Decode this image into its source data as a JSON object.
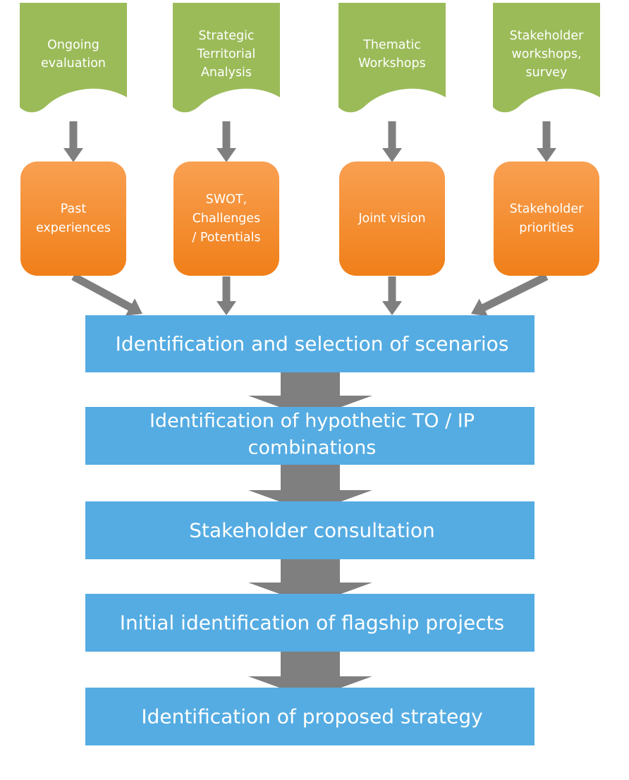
{
  "sources": [
    {
      "lines": [
        "Ongoing",
        "evaluation"
      ]
    },
    {
      "lines": [
        "Strategic",
        "Territorial",
        "Analysis"
      ]
    },
    {
      "lines": [
        "Thematic",
        "Workshops"
      ]
    },
    {
      "lines": [
        "Stakeholder",
        "workshops,",
        "survey"
      ]
    }
  ],
  "inputs": [
    {
      "lines": [
        "Past",
        "experiences"
      ]
    },
    {
      "lines": [
        "SWOT,",
        "Challenges",
        "/ Potentials"
      ]
    },
    {
      "lines": [
        "Joint vision"
      ]
    },
    {
      "lines": [
        "Stakeholder",
        "priorities"
      ]
    }
  ],
  "steps": [
    {
      "lines": [
        "Identification and selection of scenarios"
      ]
    },
    {
      "lines": [
        "Identification of hypothetic TO / IP",
        "combinations"
      ]
    },
    {
      "lines": [
        "Stakeholder consultation"
      ]
    },
    {
      "lines": [
        "Initial identification of flagship projects"
      ]
    },
    {
      "lines": [
        "Identification of proposed strategy"
      ]
    }
  ],
  "colors": {
    "source_fill": "#9BBB59",
    "input_fill": "#F79646",
    "input_fill_dark": "#F07E16",
    "step_fill": "#55ACE2",
    "arrow": "#7F7F7F",
    "text": "#FFFFFF"
  }
}
